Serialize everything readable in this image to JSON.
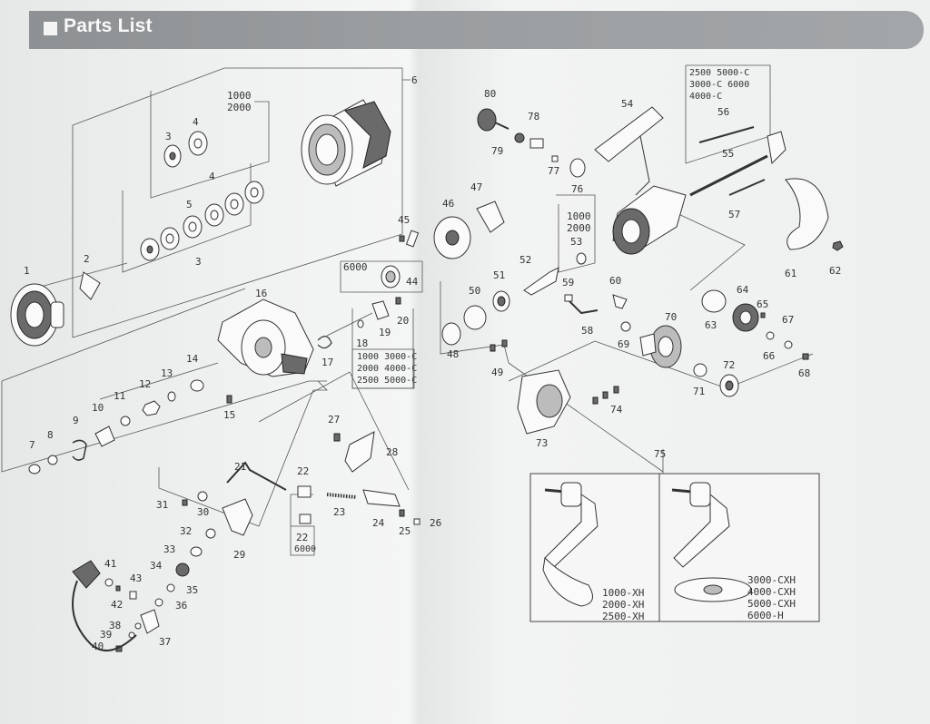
{
  "header": {
    "title": "Parts List"
  },
  "part_numbers": [
    "1",
    "2",
    "3",
    "3",
    "4",
    "4",
    "5",
    "6",
    "7",
    "8",
    "9",
    "10",
    "11",
    "12",
    "13",
    "14",
    "15",
    "16",
    "17",
    "18",
    "19",
    "20",
    "21",
    "22",
    "22",
    "23",
    "24",
    "25",
    "26",
    "27",
    "28",
    "29",
    "30",
    "31",
    "32",
    "33",
    "34",
    "35",
    "36",
    "37",
    "38",
    "39",
    "40",
    "41",
    "42",
    "43",
    "44",
    "45",
    "46",
    "47",
    "48",
    "49",
    "50",
    "51",
    "52",
    "53",
    "54",
    "55",
    "56",
    "57",
    "58",
    "59",
    "60",
    "61",
    "62",
    "63",
    "64",
    "65",
    "66",
    "67",
    "68",
    "69",
    "70",
    "71",
    "72",
    "73",
    "74",
    "75",
    "76",
    "77",
    "78",
    "79",
    "80"
  ],
  "variant_boxes": {
    "washer_box": [
      "1000",
      "2000"
    ],
    "bearing_44": [
      "6000"
    ],
    "model_list_18": [
      "1000  3000-C",
      "2000  4000-C",
      "2500  5000-C"
    ],
    "box_53": [
      "1000",
      "2000"
    ],
    "shaft_box": [
      "2500    5000-C",
      "3000-C  6000",
      "4000-C"
    ],
    "spring_22": [
      "22",
      "6000"
    ]
  },
  "handle_variants": {
    "left": [
      "1000-XH",
      "2000-XH",
      "2500-XH"
    ],
    "right": [
      "3000-CXH",
      "4000-CXH",
      "5000-CXH",
      "6000-H"
    ]
  }
}
